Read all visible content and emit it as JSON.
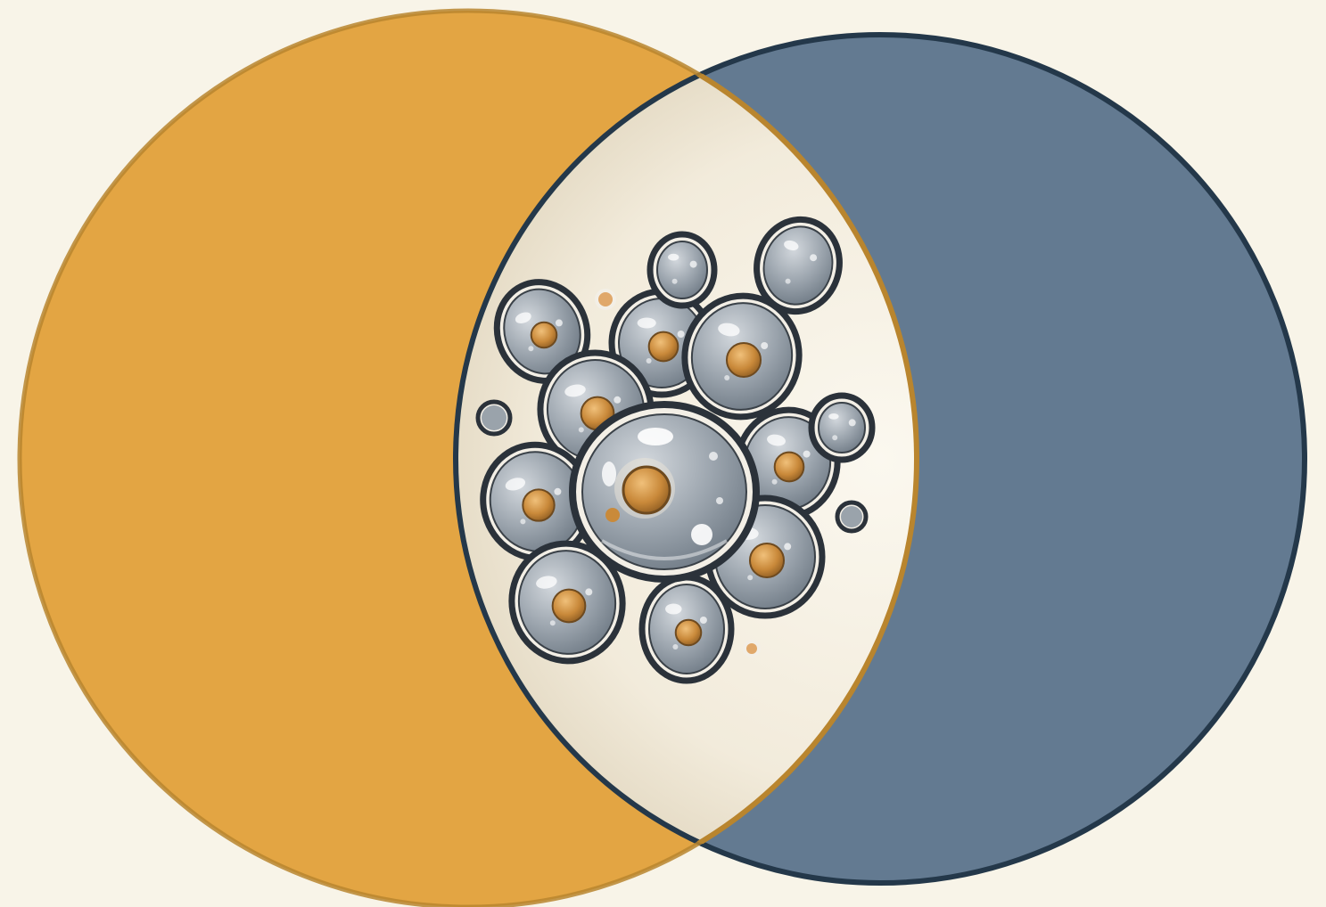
{
  "diagram": {
    "type": "venn",
    "sets": [
      {
        "id": "left",
        "fill": "#e3a543",
        "stroke": "#b9852e"
      },
      {
        "id": "right",
        "fill": "#637a91",
        "stroke": "#24384a"
      }
    ],
    "intersection": {
      "fill_center": "#fbf8ef",
      "fill_edge": "#dcd0b6",
      "illustration_icon": "yeast-cell-cluster-icon"
    }
  },
  "colors": {
    "background": "#f8f4e8",
    "cell_body": "#9aa3ab",
    "cell_outline": "#2b323a",
    "nucleus": "#c9893a"
  }
}
